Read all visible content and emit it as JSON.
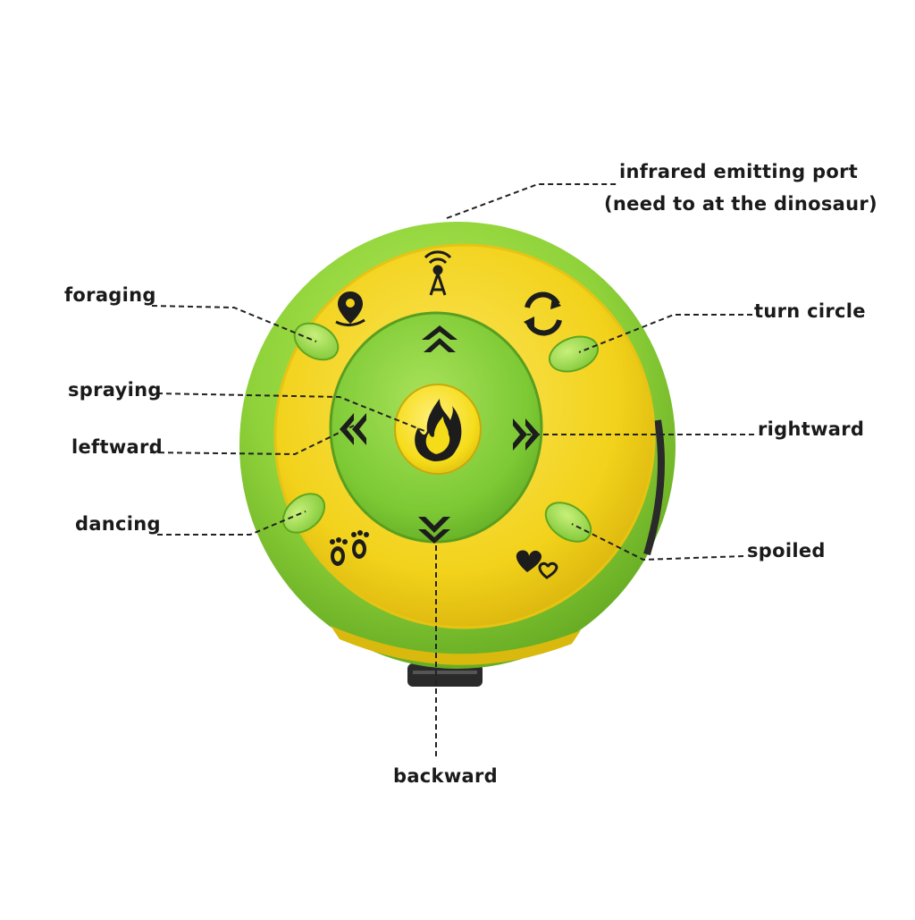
{
  "title": "",
  "labels": {
    "infrared_line1": "infrared emitting port",
    "infrared_line2": "(need to at the dinosaur)",
    "foraging": "foraging",
    "turn_circle": "turn circle",
    "spraying": "spraying",
    "leftward": "leftward",
    "rightward": "rightward",
    "dancing": "dancing",
    "spoiled": "spoiled",
    "backward": "backward"
  },
  "icons": {
    "top": "infrared-antenna-icon",
    "foraging": "location-pin-icon",
    "turn_circle": "rotate-arrows-icon",
    "forward": "double-chevron-up-icon",
    "leftward": "double-chevron-left-icon",
    "rightward": "double-chevron-right-icon",
    "backward": "double-chevron-down-icon",
    "spraying": "flame-icon",
    "dancing": "footprints-icon",
    "spoiled": "hearts-icon"
  },
  "colors": {
    "outer_shell": "#8fd23a",
    "yellow_ring": "#f2d21b",
    "inner_green": "#7cc934",
    "center_button": "#f5dc1a",
    "icon_dark": "#1c1c1c"
  }
}
